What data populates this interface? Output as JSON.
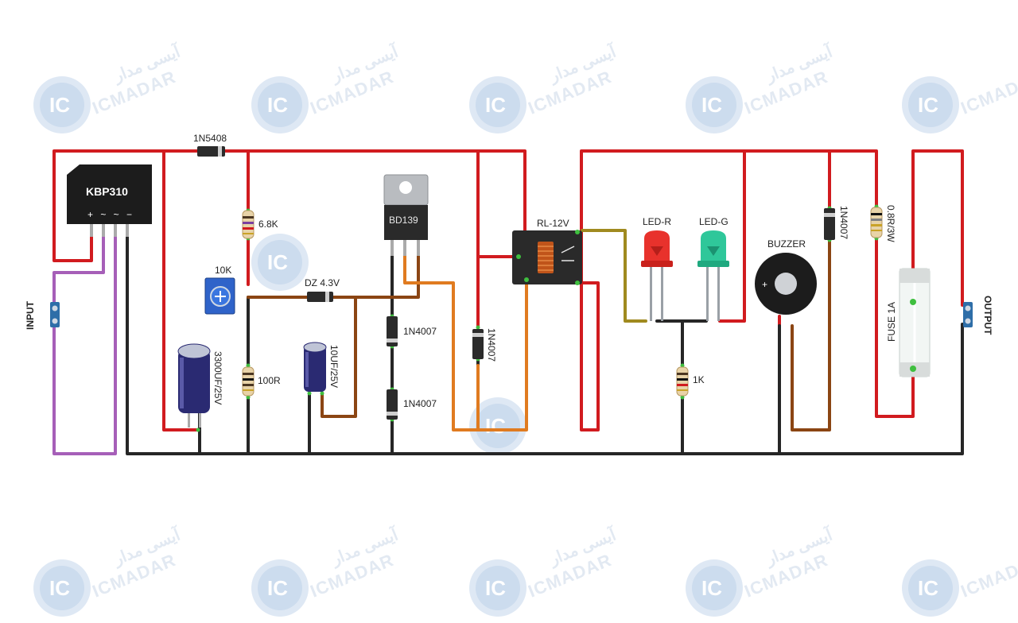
{
  "watermark": {
    "brand": "ICMADAR",
    "brand_fa": "آیسی مدار",
    "badge": "IC"
  },
  "labels": {
    "bridge": "KBP310",
    "bridge_pins": "+ ~ ~ −",
    "d_main": "1N5408",
    "r_6k8": "6.8K",
    "trimmer": "10K",
    "zener": "DZ 4.3V",
    "transistor": "BD139",
    "relay": "RL-12V",
    "led_r": "LED-R",
    "led_g": "LED-G",
    "buzzer": "BUZZER",
    "buzzer_plus": "+",
    "c_3300": "3300UF/25V",
    "r_100": "100R",
    "c_10": "10UF/25V",
    "d_1n4007_a": "1N4007",
    "d_1n4007_b": "1N4007",
    "d_1n4007_c": "1N4007",
    "d_1n4007_d": "1N4007",
    "r_1k": "1K",
    "r_08": "0.8R/3W",
    "fuse": "FUSE 1A",
    "input": "INPUT",
    "output": "OUTPUT"
  },
  "colors": {
    "wire_red": "#d11b1f",
    "wire_black": "#262626",
    "wire_brown": "#8b4513",
    "wire_orange": "#e07b20",
    "wire_purple": "#a65fb8",
    "wire_olive": "#a08a1f",
    "terminal": "#2e6ea8",
    "led_red": "#e8322c",
    "led_green": "#2fc79a"
  }
}
